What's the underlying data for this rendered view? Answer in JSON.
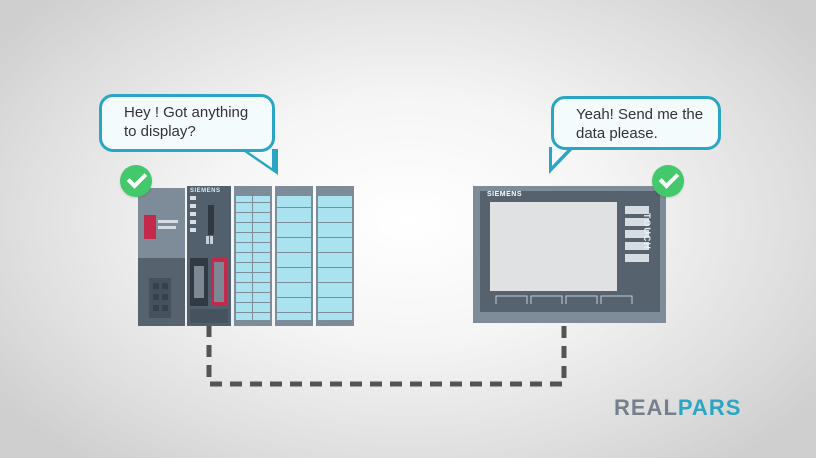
{
  "plc": {
    "speech": "Hey ! Got anything\nto display?",
    "brand": "SIEMENS"
  },
  "hmi": {
    "speech": "Yeah! Send me the\ndata please.",
    "brand": "SIEMENS",
    "side_label": "TOUCH"
  },
  "logo": {
    "part1": "REAL",
    "part2": "PARS"
  },
  "colors": {
    "accent": "#2aa6c4",
    "check": "#43c86b",
    "device_dark": "#52606e",
    "module_face": "#7e8c99",
    "io_cyan": "#a9e3ef",
    "cable": "#545454",
    "screen": "#dfe1e2"
  }
}
